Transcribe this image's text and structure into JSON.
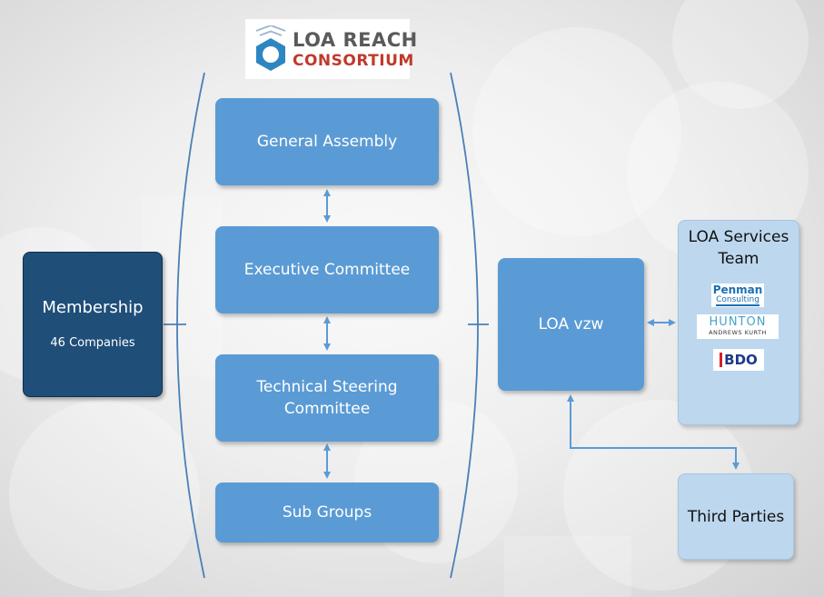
{
  "logo": {
    "line1": "LOA REACH",
    "line2": "CONSORTIUM",
    "icon": "hexagon-nut-icon"
  },
  "governance": {
    "general_assembly": "General Assembly",
    "executive_committee": "Executive Committee",
    "technical_steering_line1": "Technical Steering",
    "technical_steering_line2": "Committee",
    "sub_groups": "Sub Groups"
  },
  "membership": {
    "title": "Membership",
    "count": "46 Companies"
  },
  "loa_vzw": "LOA vzw",
  "services": {
    "title_line1": "LOA Services",
    "title_line2": "Team",
    "partners": [
      {
        "name": "Penman",
        "sub": "Consulting",
        "icon": "penman-consulting-logo"
      },
      {
        "name": "HUNTON",
        "sub": "ANDREWS KURTH",
        "icon": "hunton-andrews-kurth-logo"
      },
      {
        "name": "BDO",
        "icon": "bdo-logo"
      }
    ]
  },
  "third_parties": "Third Parties",
  "colors": {
    "box_blue": "#5b9bd5",
    "dark_blue": "#1f4e79",
    "light_blue": "#bdd7ee",
    "connector": "#5b9bd5",
    "logo_red": "#c0392b"
  }
}
